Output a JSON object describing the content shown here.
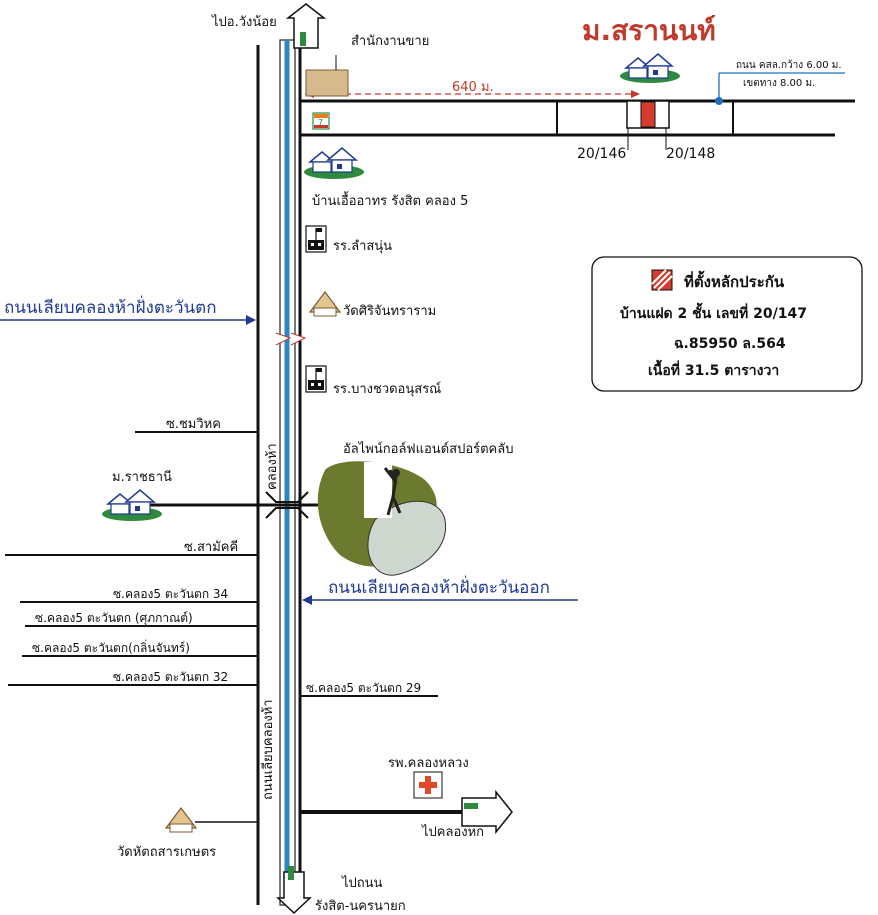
{
  "title": "ม.สรานนท์",
  "title_color": "#c0392b",
  "labels": {
    "to_wangnoi": "ไปอ.วังน้อย",
    "sales_office": "สำนักงานขาย",
    "distance": "640 ม.",
    "road_width": "ถนน คสล.กว้าง 6.00 ม.",
    "road_boundary": "เขตทาง 8.00 ม.",
    "plot_a": "20/146",
    "plot_b": "20/148",
    "village_eua": "บ้านเอื้ออาทร รังสิต คลอง 5",
    "school_lamsanun": "รร.ลำสนุ่น",
    "temple_sirijan": "วัดศิริจันทราราม",
    "school_bangchuad": "รร.บางชวดอนุสรณ์",
    "road_west": "ถนนเลียบคลองห้าฝั่งตะวันตก",
    "road_east": "ถนนเลียบคลองห้าฝั่งตะวันออก",
    "soi_chomwihok": "ซ.ชมวิหค",
    "canal_5": "คลองห้า",
    "golf": "อัลไพน์กอล์ฟแอนด์สปอร์ตคลับ",
    "village_ratchathani": "ม.ราชธานี",
    "soi_samakkhi": "ซ.สามัคคี",
    "soi_34": "ซ.คลอง5 ตะวันตก 34",
    "soi_suphakan": "ซ.คลอง5 ตะวันตก (ศุภกาณต์)",
    "soi_klinchan": "ซ.คลอง5 ตะวันตก(กลิ่นจันทร์)",
    "soi_32": "ซ.คลอง5 ตะวันตก 32",
    "soi_29": "ซ.คลอง5 ตะวันตก 29",
    "road_canal5_vertical": "ถนนเลียบคลองห้า",
    "hospital": "รพ.คลองหลวง",
    "to_khlonghok": "ไปคลองหก",
    "temple_hat": "วัดหัตถสารเกษตร",
    "to_road_line1": "ไปถนน",
    "to_road_line2": "รังสิต-นครนายก"
  },
  "legend": {
    "marker_label": "ที่ตั้งหลักประกัน",
    "house": "บ้านแฝด 2 ชั้น  เลขที่ 20/147",
    "deed": "ฉ.85950    ล.564",
    "area": "เนื้อที่ 31.5 ตารางวา"
  },
  "colors": {
    "canal": "#2e86c1",
    "road": "#111111",
    "route_arrow": "#c0392b",
    "road_label_blue": "#1f3a93",
    "green": "#2e8b3e",
    "sales_office_fill": "#d6b98c",
    "collateral_red": "#d63b2f",
    "golf_green": "#6b7a2e",
    "golf_light": "#cfd8cf",
    "hospital_red": "#e04a2a"
  },
  "icons": [
    "house-icon",
    "school-icon",
    "temple-icon",
    "seven-eleven-icon",
    "hospital-icon",
    "golfer-icon",
    "arrow-up-icon",
    "arrow-down-icon",
    "arrow-right-icon"
  ]
}
